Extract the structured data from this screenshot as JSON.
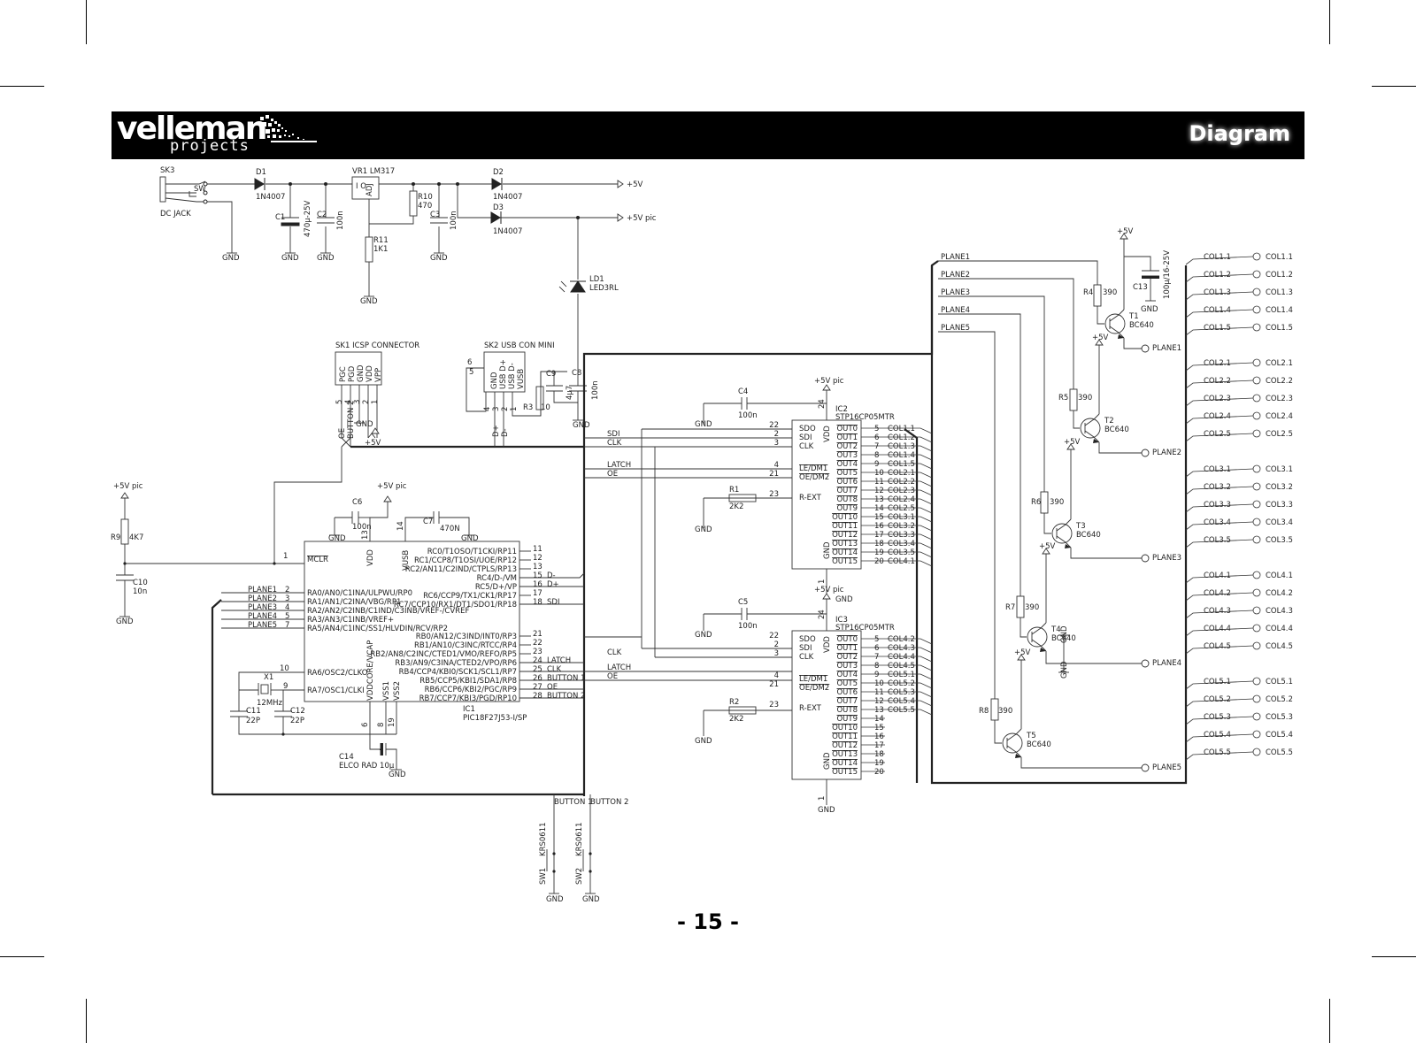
{
  "header": {
    "brand": "velleman",
    "brand_sub": "projects",
    "title": "Diagram"
  },
  "page_number": "- 15 -",
  "power": {
    "sk3": "SK3",
    "dc_jack": "DC JACK",
    "sw": "SW",
    "d1": "D1",
    "d1_type": "1N4007",
    "vr1": "VR1 LM317",
    "vr1_pins": "I  O",
    "adj": "ADJ",
    "c1": "C1",
    "c1_val": "470µ-25V",
    "c2": "C2",
    "c2_val": "100n",
    "r10": "R10",
    "r10_val": "470",
    "r11": "R11",
    "r11_val": "1K1",
    "c3": "C3",
    "c3_val": "100n",
    "d2": "D2",
    "d2_type": "1N4007",
    "d3": "D3",
    "d3_type": "1N4007",
    "out_5v": "+5V",
    "out_5vpic": "+5V pic",
    "ld1": "LD1",
    "ld1_type": "LED3RL"
  },
  "connectors": {
    "sk1": "SK1 ICSP CONNECTOR",
    "sk1_pins": [
      "PGC",
      "PGD",
      "GND",
      "VDD",
      "VPP"
    ],
    "sk1_nums": [
      "5",
      "4",
      "3",
      "2",
      "1"
    ],
    "sk1_oe": "OE",
    "sk1_button": "BUTTON 2",
    "sk2": "SK2 USB CON MINI",
    "sk2_pins": [
      "GND",
      "USB D+",
      "USB D-",
      "VUSB"
    ],
    "sk2_nums": [
      "4",
      "3",
      "2",
      "1"
    ],
    "sk2_pin6": "6",
    "sk2_pin5": "5",
    "sk2_dplus": "D+",
    "sk2_dminus": "D-",
    "r3": "R3",
    "r3_val": "10",
    "c9": "C9",
    "c9_val": "4µ7",
    "c8": "C8",
    "c8_val": "100n"
  },
  "mcu": {
    "name": "IC1",
    "type": "PIC18F27J53-I/SP",
    "vdd": "VDD",
    "vusb": "VUSB",
    "vddcore": "VDDCORE/VCAP",
    "vss1": "VSS1",
    "vss2": "VSS2",
    "mclr": "MCLR",
    "mclr_pin": "1",
    "left_pins": [
      {
        "num": "2",
        "label": "RA0/AN0/C1INA/ULPWU/RP0",
        "net": "PLANE1"
      },
      {
        "num": "3",
        "label": "RA1/AN1/C2INA/VBG/RP1",
        "net": "PLANE2"
      },
      {
        "num": "4",
        "label": "RA2/AN2/C2INB/C1IND/C3INB/VREF-/CVREF",
        "net": "PLANE3"
      },
      {
        "num": "5",
        "label": "RA3/AN3/C1INB/VREF+",
        "net": "PLANE4"
      },
      {
        "num": "7",
        "label": "RA5/AN4/C1INC/SS1/HLVDIN/RCV/RP2",
        "net": "PLANE5"
      }
    ],
    "osc_pins": [
      {
        "num": "10",
        "label": "RA6/OSC2/CLKO"
      },
      {
        "num": "9",
        "label": "RA7/OSC1/CLKI"
      }
    ],
    "right_pins": [
      {
        "num": "11",
        "label": "RC0/T1OSO/T1CKI/RP11",
        "net": ""
      },
      {
        "num": "12",
        "label": "RC1/CCP8/T1OSI/UOE/RP12",
        "net": ""
      },
      {
        "num": "13",
        "label": "RC2/AN11/C2IND/CTPLS/RP13",
        "net": ""
      },
      {
        "num": "15",
        "label": "RC4/D-/VM",
        "net": "D-"
      },
      {
        "num": "16",
        "label": "RC5/D+/VP",
        "net": "D+"
      },
      {
        "num": "17",
        "label": "RC6/CCP9/TX1/CK1/RP17",
        "net": ""
      },
      {
        "num": "18",
        "label": "RC7/CCP10/RX1/DT1/SDO1/RP18",
        "net": "SDI"
      },
      {
        "num": "21",
        "label": "RB0/AN12/C3IND/INT0/RP3",
        "net": ""
      },
      {
        "num": "22",
        "label": "RB1/AN10/C3INC/RTCC/RP4",
        "net": ""
      },
      {
        "num": "23",
        "label": "RB2/AN8/C2INC/CTED1/VMO/REFO/RP5",
        "net": ""
      },
      {
        "num": "24",
        "label": "RB3/AN9/C3INA/CTED2/VPO/RP6",
        "net": "LATCH"
      },
      {
        "num": "25",
        "label": "RB4/CCP4/KBI0/SCK1/SCL1/RP7",
        "net": "CLK"
      },
      {
        "num": "26",
        "label": "RB5/CCP5/KBI1/SDA1/RP8",
        "net": "BUTTON 1"
      },
      {
        "num": "27",
        "label": "RB6/CCP6/KBI2/PGC/RP9",
        "net": "OE"
      },
      {
        "num": "28",
        "label": "RB7/CCP7/KBI3/PGD/RP10",
        "net": "BUTTON 2"
      }
    ],
    "vdd_pin": "13",
    "vusb_pin": "14",
    "vddcore_pin": "6",
    "vss1_pin": "8",
    "vss2_pin": "19",
    "c6": "C6",
    "c6_val": "100n",
    "c7": "C7",
    "c7_val": "470N",
    "x1": "X1",
    "x1_val": "12MHz",
    "c11": "C11",
    "c11_val": "22P",
    "c12": "C12",
    "c12_val": "22P",
    "c14": "C14",
    "c14_val": "ELCO RAD 10µ",
    "r9": "R9",
    "r9_val": "4K7",
    "c10": "C10",
    "c10_val": "10n"
  },
  "drivers": [
    {
      "name": "IC2",
      "type": "STP16CP05MTR",
      "supply": "+5V pic",
      "cap": "C4",
      "cap_val": "100n",
      "res": "R1",
      "res_val": "2K2",
      "inputs": [
        "SDO",
        "SDI",
        "CLK",
        "LE/DM1",
        "OE/DM2",
        "R-EXT"
      ],
      "input_nums": [
        "22",
        "2",
        "3",
        "4",
        "21",
        "23"
      ],
      "nets_in": [
        "",
        "SDI",
        "CLK",
        "LATCH",
        "OE"
      ],
      "vdd_pin": "24",
      "gnd_pin": "1",
      "outputs": [
        "OUT0",
        "OUT1",
        "OUT2",
        "OUT3",
        "OUT4",
        "OUT5",
        "OUT6",
        "OUT7",
        "OUT8",
        "OUT9",
        "OUT10",
        "OUT11",
        "OUT12",
        "OUT13",
        "OUT14",
        "OUT15"
      ],
      "output_nums": [
        "5",
        "6",
        "7",
        "8",
        "9",
        "10",
        "11",
        "12",
        "13",
        "14",
        "15",
        "16",
        "17",
        "18",
        "19",
        "20"
      ],
      "cols": [
        "COL1.1",
        "COL1.2",
        "COL1.3",
        "COL1.4",
        "COL1.5",
        "COL2.1",
        "COL2.2",
        "COL2.3",
        "COL2.4",
        "COL2.5",
        "COL3.1",
        "COL3.2",
        "COL3.3",
        "COL3.4",
        "COL3.5",
        "COL4.1"
      ]
    },
    {
      "name": "IC3",
      "type": "STP16CP05MTR",
      "supply": "+5V pic",
      "cap": "C5",
      "cap_val": "100n",
      "res": "R2",
      "res_val": "2K2",
      "inputs": [
        "SDO",
        "SDI",
        "CLK",
        "LE/DM1",
        "OE/DM2",
        "R-EXT"
      ],
      "input_nums": [
        "22",
        "2",
        "3",
        "4",
        "21",
        "23"
      ],
      "nets_in": [
        "",
        "",
        "CLK",
        "LATCH",
        "OE"
      ],
      "vdd_pin": "24",
      "gnd_pin": "1",
      "outputs": [
        "OUT0",
        "OUT1",
        "OUT2",
        "OUT3",
        "OUT4",
        "OUT5",
        "OUT6",
        "OUT7",
        "OUT8",
        "OUT9",
        "OUT10",
        "OUT11",
        "OUT12",
        "OUT13",
        "OUT14",
        "OUT15"
      ],
      "output_nums": [
        "5",
        "6",
        "7",
        "8",
        "9",
        "10",
        "11",
        "12",
        "13",
        "14",
        "15",
        "16",
        "17",
        "18",
        "19",
        "20"
      ],
      "cols": [
        "COL4.2",
        "COL4.3",
        "COL4.4",
        "COL4.5",
        "COL5.1",
        "COL5.2",
        "COL5.3",
        "COL5.4",
        "COL5.5",
        "",
        "",
        "",
        "",
        "",
        "",
        ""
      ]
    }
  ],
  "planes": {
    "nets": [
      "PLANE1",
      "PLANE2",
      "PLANE3",
      "PLANE4",
      "PLANE5"
    ],
    "resistors": [
      {
        "name": "R4",
        "val": "390"
      },
      {
        "name": "R5",
        "val": "390"
      },
      {
        "name": "R6",
        "val": "390"
      },
      {
        "name": "R7",
        "val": "390"
      },
      {
        "name": "R8",
        "val": "390"
      }
    ],
    "transistors": [
      {
        "name": "T1",
        "type": "BC640"
      },
      {
        "name": "T2",
        "type": "BC640"
      },
      {
        "name": "T3",
        "type": "BC640"
      },
      {
        "name": "T4",
        "type": "BC640"
      },
      {
        "name": "T5",
        "type": "BC640"
      }
    ],
    "c13": "C13",
    "c13_val": "100µ/16-25V",
    "supply": "+5V"
  },
  "columns": [
    [
      "COL1.1",
      "COL1.2",
      "COL1.3",
      "COL1.4",
      "COL1.5"
    ],
    [
      "COL2.1",
      "COL2.2",
      "COL2.3",
      "COL2.4",
      "COL2.5"
    ],
    [
      "COL3.1",
      "COL3.2",
      "COL3.3",
      "COL3.4",
      "COL3.5"
    ],
    [
      "COL4.1",
      "COL4.2",
      "COL4.3",
      "COL4.4",
      "COL4.5"
    ],
    [
      "COL5.1",
      "COL5.2",
      "COL5.3",
      "COL5.4",
      "COL5.5"
    ]
  ],
  "buttons": {
    "net1": "BUTTON 1",
    "net2": "BUTTON 2",
    "sw1": "SW1",
    "sw2": "SW2",
    "type": "KRS0611"
  },
  "common": {
    "gnd": "GND",
    "plus5v": "+5V",
    "plus5vpic": "+5V pic"
  }
}
